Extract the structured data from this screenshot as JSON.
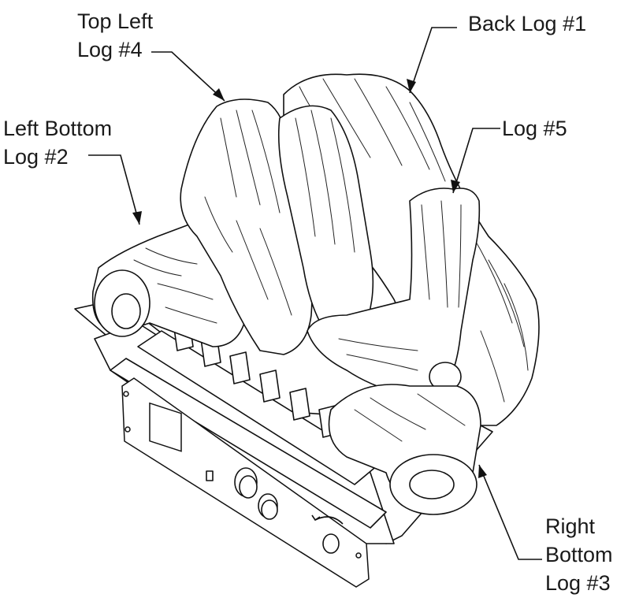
{
  "labels": {
    "top_left_log": [
      "Top Left",
      "Log #4"
    ],
    "left_bottom_log": [
      "Left Bottom",
      "Log #2"
    ],
    "back_log": [
      "Back Log #1"
    ],
    "log5": [
      "Log #5"
    ],
    "right_bottom_log": [
      "Right",
      "Bottom",
      "Log #3"
    ]
  },
  "colors": {
    "line": "#111111",
    "background": "#ffffff"
  }
}
